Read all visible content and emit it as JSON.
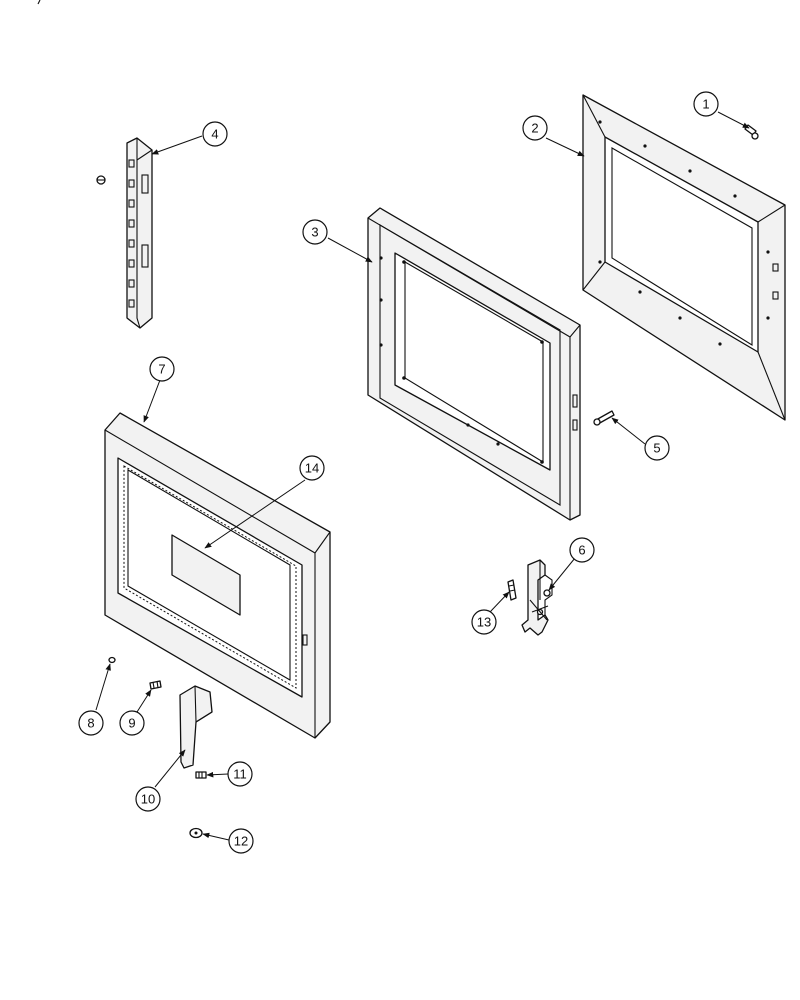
{
  "callouts": [
    {
      "id": "1",
      "label": "1"
    },
    {
      "id": "2",
      "label": "2"
    },
    {
      "id": "3",
      "label": "3"
    },
    {
      "id": "4",
      "label": "4"
    },
    {
      "id": "5",
      "label": "5"
    },
    {
      "id": "6",
      "label": "6"
    },
    {
      "id": "7",
      "label": "7"
    },
    {
      "id": "8",
      "label": "8"
    },
    {
      "id": "9",
      "label": "9"
    },
    {
      "id": "10",
      "label": "10"
    },
    {
      "id": "11",
      "label": "11"
    },
    {
      "id": "12",
      "label": "12"
    },
    {
      "id": "13",
      "label": "13"
    },
    {
      "id": "14",
      "label": "14"
    }
  ],
  "colors": {
    "line": "#111111",
    "part_fill": "#f2f2f2",
    "background": "#ffffff"
  }
}
